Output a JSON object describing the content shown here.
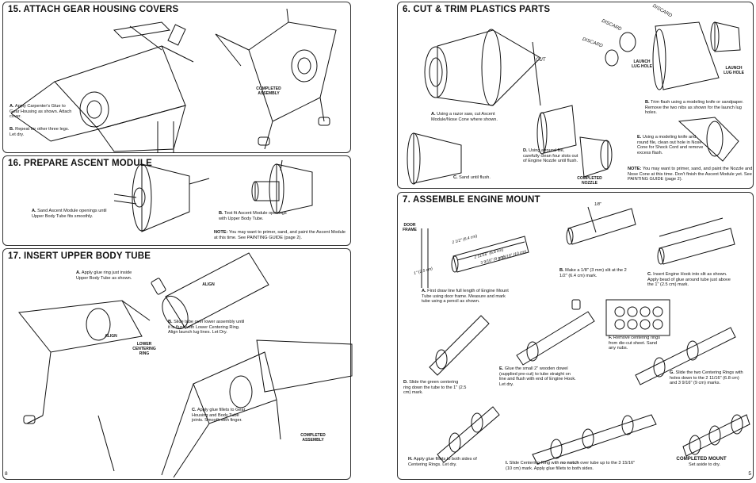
{
  "page_left": "8",
  "page_right": "5",
  "s15": {
    "title": "15. ATTACH GEAR HOUSING COVERS",
    "a_key": "A.",
    "a_text": "Apply Carpenter's Glue to Gear Housing as shown. Attach cover.",
    "b_key": "B.",
    "b_text": "Repeat for other three legs. Let dry.",
    "completed": "COMPLETED ASSEMBLY"
  },
  "s16": {
    "title": "16. PREPARE ASCENT MODULE",
    "a_key": "A.",
    "a_text": "Sand Ascent Module openings until Upper Body Tube fits smoothly.",
    "b_key": "B.",
    "b_text": "Test fit Ascent Module openings with Upper Body Tube.",
    "note_key": "NOTE:",
    "note_text": "You may want to primer, sand, and paint the Ascent Module at this time. See PAINTING GUIDE (page 2)."
  },
  "s17": {
    "title": "17. INSERT UPPER BODY TUBE",
    "a_key": "A.",
    "a_text": "Apply glue ring just inside Upper Body Tube as shown.",
    "align": "ALIGN",
    "align2": "ALIGN",
    "b_key": "B.",
    "b_text": "Slide tube over lower assembly until it is flush with Lower Centering Ring. Align launch lug lines. Let Dry.",
    "lower_ring": "LOWER CENTERING RING",
    "c_key": "C.",
    "c_text": "Apply glue fillets to Gear Housing and Body Tube joints. Smooth with finger.",
    "completed": "COMPLETED ASSEMBLY"
  },
  "s6": {
    "title": "6. CUT & TRIM PLASTICS PARTS",
    "discard1": "DISCARD",
    "discard2": "DISCARD",
    "discard3": "DISCARD",
    "cut": "CUT",
    "launch_lug_1": "LAUNCH LUG HOLE",
    "launch_lug_2": "LAUNCH LUG HOLE",
    "a_key": "A.",
    "a_text": "Using a razor saw, cut Ascent Module/Nose Cone where shown.",
    "b_key": "B.",
    "b_text": "Trim flash using a modeling knife or sandpaper. Remove the two nibs as shown for the launch lug holes.",
    "c_key": "C.",
    "c_text": "Sand until flush.",
    "d_key": "D.",
    "d_text": "Using a round file, carefully clean four slots out of Engine Nozzle until flush.",
    "completed_nozzle": "COMPLETED NOZZLE",
    "e_key": "E.",
    "e_text": "Using a modeling knife and round file, clean out hole in Nose Cone for Shock Cord and remove excess flash.",
    "note_key": "NOTE:",
    "note_text": "You may want to primer, sand, and paint the Nozzle and Nose Cone at this time. Don't finish the Ascent Module yet. See PAINTING GUIDE (page 2)."
  },
  "s7": {
    "title": "7. ASSEMBLE ENGINE MOUNT",
    "door_frame": "DOOR FRAME",
    "m1": "1\" (2.5 cm)",
    "m2": "2 1/2\" (6.4 cm)",
    "m3": "2 11/16\" (6.8 cm)",
    "m4": "3 9/16\" (9 cm)",
    "m5": "3 15/16\" (10 cm)",
    "eighth": "1/8\"",
    "a_key": "A.",
    "a_text": "First draw line full length of Engine Mount Tube using door frame. Measure and mark tube using a pencil as shown.",
    "b_key": "B.",
    "b_text": "Make a 1/8\" (3 mm) slit at the 2 1/2\" (6.4 cm) mark.",
    "c_key": "C.",
    "c_text": "Insert Engine Hook into slit as shown. Apply bead of glue around tube just above the 1\" (2.5 cm) mark.",
    "d_key": "D.",
    "d_text": "Slide the green centering ring down the tube to the 1\" (2.5 cm) mark.",
    "e_key": "E.",
    "e_text": "Glue the small 2\" wooden dowel (supplied pre-cut) to tube straight on line and flush with end of Engine Hook. Let dry.",
    "f_key": "F.",
    "f_text": "Remove centering rings from die-cut sheet. Sand any nubs.",
    "g_key": "G.",
    "g_text": "Slide the two Centering Rings with holes down to the 2 11/16\" (6.8 cm) and 3 9/16\" (9 cm) marks.",
    "h_key": "H.",
    "h_text": "Apply glue fillets to both sides of Centering Rings. Let dry.",
    "i_key": "I.",
    "i_text_1": "Slide Centering Ring with",
    "i_bold": "no notch",
    "i_text_2": "over tube up to the 3 15/16\" (10 cm) mark. Apply glue fillets to both sides.",
    "completed_mount": "COMPLETED MOUNT",
    "set_aside": "Set aside to dry."
  }
}
